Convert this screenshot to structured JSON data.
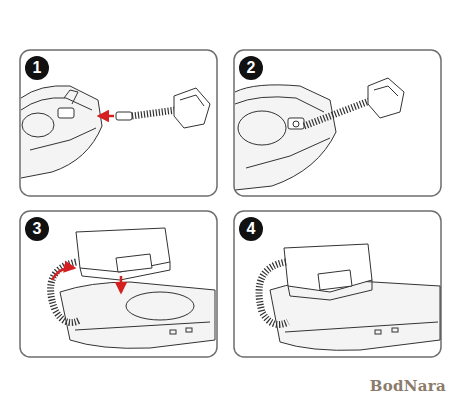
{
  "diagram": {
    "nodes": [
      {
        "text": [
          "1"
        ]
      },
      {
        "text": [
          "2"
        ]
      },
      {
        "text": [
          "3"
        ]
      },
      {
        "text": [
          "4"
        ]
      }
    ],
    "labels": [
      "BodNara"
    ]
  }
}
